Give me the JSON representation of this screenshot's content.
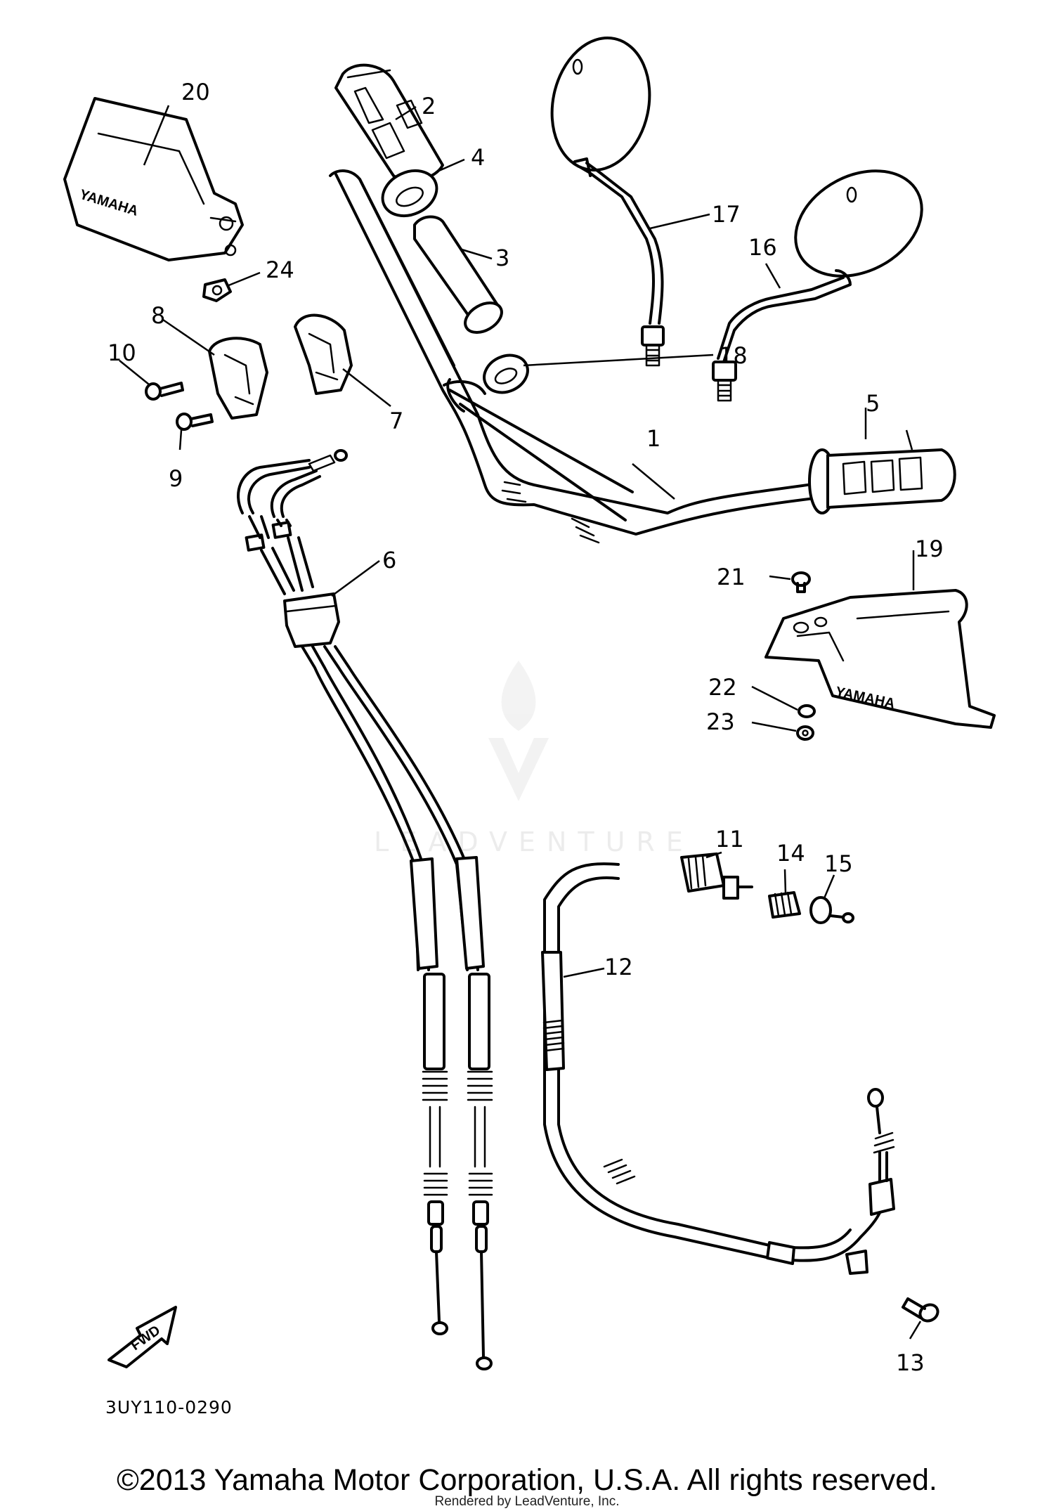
{
  "diagram": {
    "callouts": {
      "n1": "1",
      "n2": "2",
      "n3": "3",
      "n4": "4",
      "n5": "5",
      "n6": "6",
      "n7": "7",
      "n8": "8",
      "n9": "9",
      "n10": "10",
      "n11": "11",
      "n12": "12",
      "n13": "13",
      "n14": "14",
      "n15": "15",
      "n16": "16",
      "n17": "17",
      "n18": "18",
      "n19": "19",
      "n20": "20",
      "n21": "21",
      "n22": "22",
      "n23": "23",
      "n24": "24"
    },
    "guard_logo": "YAMAHA",
    "fwd_label": "FWD",
    "diagram_code": "3UY110-0290"
  },
  "watermark": "LEADVENTURE",
  "footer": {
    "copyright": "©2013 Yamaha Motor Corporation, U.S.A. All rights reserved.",
    "rendered_by": "Rendered by LeadVenture, Inc."
  }
}
